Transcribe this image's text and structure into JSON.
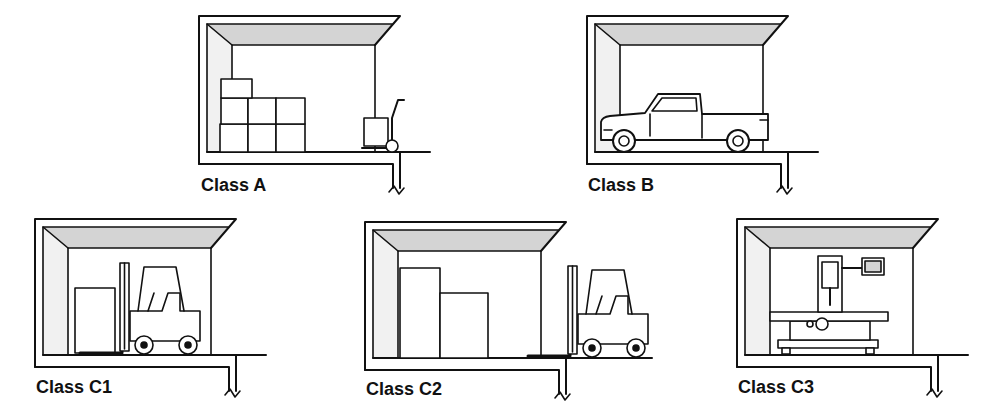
{
  "diagram": {
    "labels": [
      "Class A",
      "Class B",
      "Class C1",
      "Class C2",
      "Class C3"
    ]
  }
}
